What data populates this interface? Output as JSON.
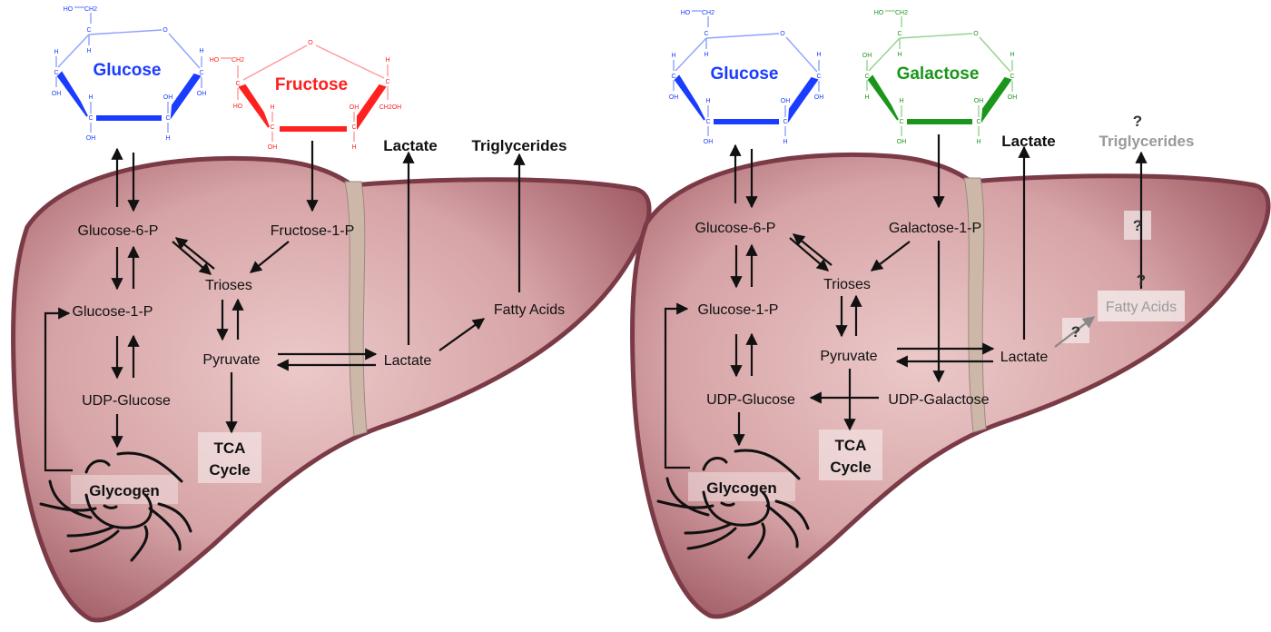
{
  "colors": {
    "glucose": "#1a3cff",
    "glucose_light": "#8ea2ff",
    "fructose": "#ff2020",
    "fructose_light": "#ff9a9a",
    "galactose": "#1a961a",
    "galactose_light": "#93d293",
    "liver_edge": "#7a3a46",
    "liver_center": "#ecc9c9",
    "ligament": "#cdb7a8"
  },
  "left_panel": {
    "glucose": {
      "name": "Glucose",
      "atoms": [
        "HO",
        "CH2",
        "C",
        "H",
        "O",
        "H",
        "C",
        "OH",
        "H",
        "C",
        "OH",
        "OH",
        "C",
        "H",
        "H",
        "C",
        "OH"
      ]
    },
    "fructose": {
      "name": "Fructose",
      "atoms": [
        "O",
        "HO",
        "CH2",
        "C",
        "HO",
        "H",
        "C",
        "OH",
        "OH",
        "C",
        "H",
        "H",
        "C",
        "CH2OH"
      ]
    },
    "lactate_out": "Lactate",
    "triglycerides": "Triglycerides",
    "glucose_6_p": "Glucose-6-P",
    "fructose_1_p": "Fructose-1-P",
    "trioses": "Trioses",
    "glucose_1_p": "Glucose-1-P",
    "fatty_acids": "Fatty Acids",
    "pyruvate": "Pyruvate",
    "lactate": "Lactate",
    "udp_glucose": "UDP-Glucose",
    "tca_line1": "TCA",
    "tca_line2": "Cycle",
    "glycogen": "Glycogen"
  },
  "right_panel": {
    "glucose": {
      "name": "Glucose",
      "atoms": [
        "HO",
        "CH2",
        "C",
        "H",
        "O",
        "H",
        "C",
        "OH",
        "H",
        "C",
        "OH",
        "OH",
        "C",
        "H",
        "H",
        "C",
        "OH"
      ]
    },
    "galactose": {
      "name": "Galactose",
      "atoms": [
        "HO",
        "CH2",
        "C",
        "H",
        "O",
        "OH",
        "C",
        "H",
        "H",
        "C",
        "OH",
        "OH",
        "C",
        "H",
        "H",
        "C",
        "OH"
      ]
    },
    "lactate_out": "Lactate",
    "triglycerides": "Triglycerides",
    "glucose_6_p": "Glucose-6-P",
    "galactose_1_p": "Galactose-1-P",
    "trioses": "Trioses",
    "glucose_1_p": "Glucose-1-P",
    "fatty_acids": "Fatty Acids",
    "pyruvate": "Pyruvate",
    "lactate": "Lactate",
    "udp_glucose": "UDP-Glucose",
    "udp_galactose": "UDP-Galactose",
    "tca_line1": "TCA",
    "tca_line2": "Cycle",
    "glycogen": "Glycogen",
    "unknown_marks": [
      "?",
      "?",
      "?",
      "?"
    ]
  }
}
